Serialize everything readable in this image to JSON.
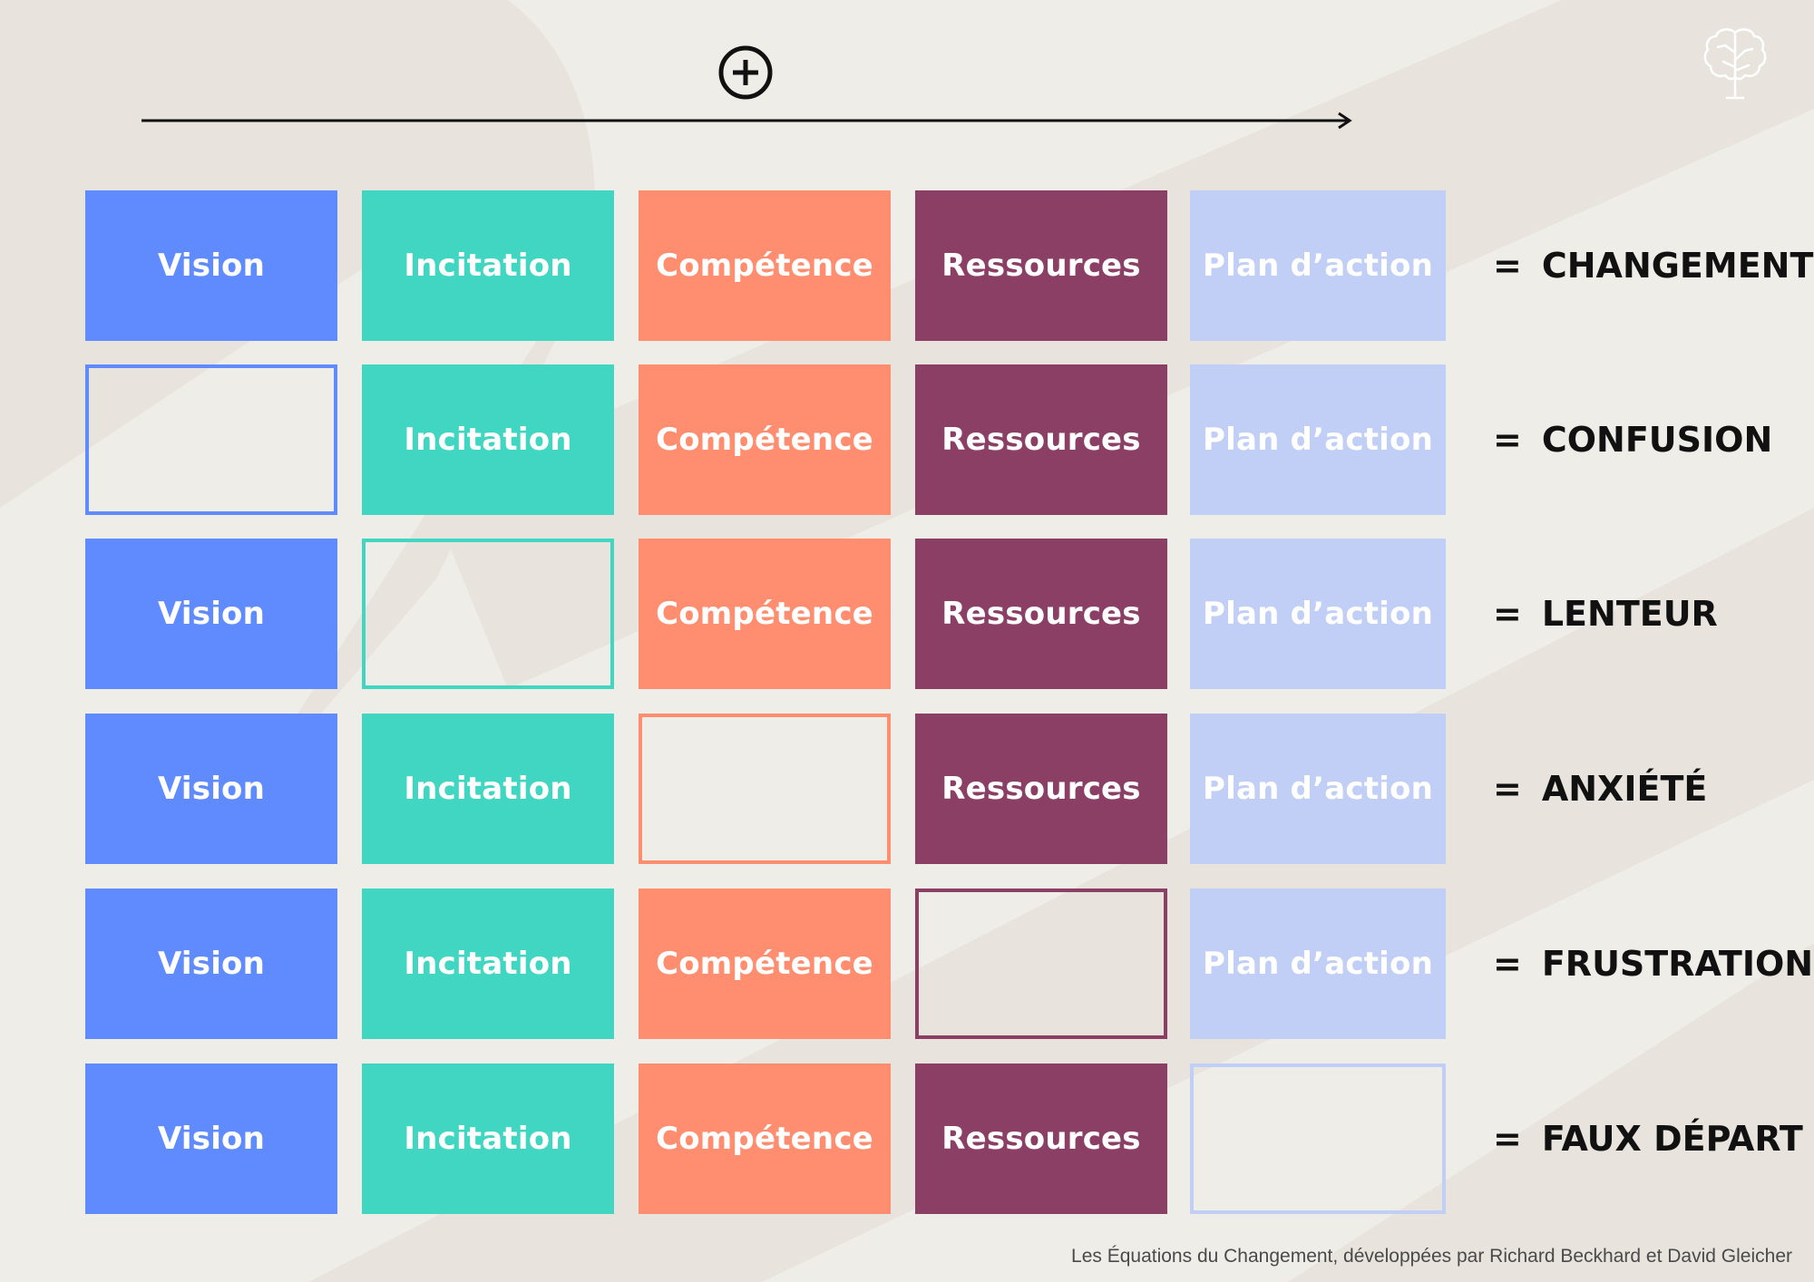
{
  "colors": {
    "background": "#efede8",
    "vision": "#5f8bff",
    "incitation": "#41d6c1",
    "competence": "#ff8e70",
    "ressources": "#8c3f65",
    "plan": "#c1cff6"
  },
  "icons": {
    "plus": "circled-plus-icon",
    "brain": "brain-tree-icon",
    "arrow": "right-arrow"
  },
  "headers": [
    "Vision",
    "Incitation",
    "Compétence",
    "Ressources",
    "Plan d’action"
  ],
  "rows": [
    {
      "cells": [
        "Vision",
        "Incitation",
        "Compétence",
        "Ressources",
        "Plan d’action"
      ],
      "missing": null,
      "eq": "=",
      "result": "CHANGEMENT"
    },
    {
      "cells": [
        "",
        "Incitation",
        "Compétence",
        "Ressources",
        "Plan d’action"
      ],
      "missing": 0,
      "eq": "=",
      "result": "CONFUSION"
    },
    {
      "cells": [
        "Vision",
        "",
        "Compétence",
        "Ressources",
        "Plan d’action"
      ],
      "missing": 1,
      "eq": "=",
      "result": "LENTEUR"
    },
    {
      "cells": [
        "Vision",
        "Incitation",
        "",
        "Ressources",
        "Plan d’action"
      ],
      "missing": 2,
      "eq": "=",
      "result": "ANXIÉTÉ"
    },
    {
      "cells": [
        "Vision",
        "Incitation",
        "Compétence",
        "",
        "Plan d’action"
      ],
      "missing": 3,
      "eq": "=",
      "result": "FRUSTRATION"
    },
    {
      "cells": [
        "Vision",
        "Incitation",
        "Compétence",
        "Ressources",
        ""
      ],
      "missing": 4,
      "eq": "=",
      "result": "FAUX DÉPART"
    }
  ],
  "footnote": "Les Équations du Changement, développées par Richard Beckhard et David Gleicher"
}
